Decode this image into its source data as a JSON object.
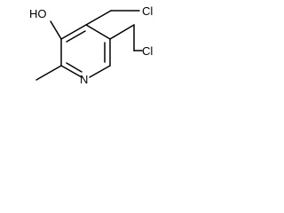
{
  "molecule": {
    "atoms": {
      "hydroxyl": "HO",
      "ring_nitrogen": "N",
      "chlorine_top": "Cl",
      "chlorine_bottom": "Cl"
    },
    "colors": {
      "bond": "#000000",
      "text": "#000000",
      "background": "#ffffff"
    }
  }
}
